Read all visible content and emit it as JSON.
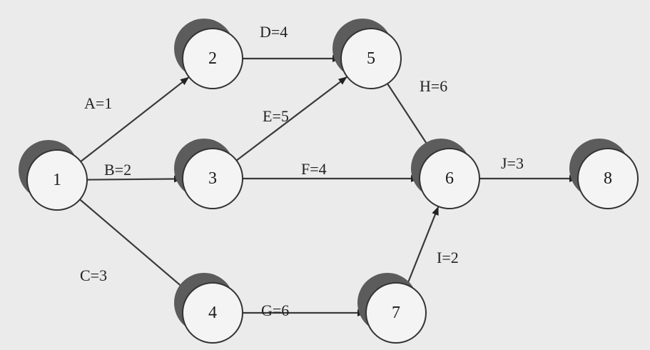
{
  "nodes": [
    {
      "id": "1",
      "label": "1"
    },
    {
      "id": "2",
      "label": "2"
    },
    {
      "id": "3",
      "label": "3"
    },
    {
      "id": "4",
      "label": "4"
    },
    {
      "id": "5",
      "label": "5"
    },
    {
      "id": "6",
      "label": "6"
    },
    {
      "id": "7",
      "label": "7"
    },
    {
      "id": "8",
      "label": "8"
    }
  ],
  "edges": [
    {
      "from": "1",
      "to": "2",
      "label": "A=1"
    },
    {
      "from": "1",
      "to": "3",
      "label": "B=2"
    },
    {
      "from": "1",
      "to": "4",
      "label": "C=3"
    },
    {
      "from": "2",
      "to": "5",
      "label": "D=4"
    },
    {
      "from": "3",
      "to": "5",
      "label": "E=5"
    },
    {
      "from": "3",
      "to": "6",
      "label": "F=4"
    },
    {
      "from": "4",
      "to": "7",
      "label": "G=6"
    },
    {
      "from": "5",
      "to": "6",
      "label": "H=6"
    },
    {
      "from": "7",
      "to": "6",
      "label": "I=2"
    },
    {
      "from": "6",
      "to": "8",
      "label": "J=3"
    }
  ]
}
